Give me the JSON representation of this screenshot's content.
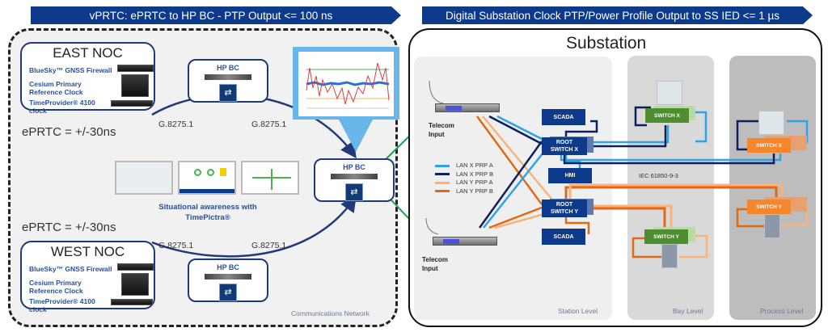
{
  "banners": {
    "left": "vPRTC: ePRTC to HP BC - PTP Output  <= 100 ns",
    "right": "Digital Substation Clock PTP/Power Profile Output to SS IED <= 1 µs"
  },
  "communications_network": {
    "label": "Communications Network",
    "east_noc": {
      "title": "EAST NOC",
      "devices": [
        "BlueSky™ GNSS Firewall",
        "Cesium Primary Reference Clock",
        "TimeProvider® 4100 clock"
      ]
    },
    "west_noc": {
      "title": "WEST NOC",
      "devices": [
        "BlueSky™ GNSS Firewall",
        "Cesium Primary Reference Clock",
        "TimeProvider® 4100 clock"
      ]
    },
    "eprtc_top": "ePRTC = +/-30ns",
    "eprtc_bottom": "ePRTC = +/-30ns",
    "protocol_labels": [
      "G.8275.1",
      "G.8275.1",
      "G.8275.1",
      "G.8275.1"
    ],
    "hp_bc_label": "HP BC",
    "timepictra_caption_1": "Situational awareness with",
    "timepictra_caption_2": "TimePictra®"
  },
  "substation": {
    "title": "Substation",
    "telecom_input": [
      "Telecom",
      "Input"
    ],
    "legend": [
      {
        "label": "LAN X PRP A",
        "color": "#2fa3e6"
      },
      {
        "label": "LAN X PRP B",
        "color": "#0d1f5c"
      },
      {
        "label": "LAN Y PRP A",
        "color": "#f9b27a"
      },
      {
        "label": "LAN Y PRP B",
        "color": "#e06a14"
      }
    ],
    "station_boxes": {
      "scada_top": "SCADA",
      "root_switch_x": [
        "ROOT",
        "SWITCH X"
      ],
      "hmi": "HMI",
      "root_switch_y": [
        "ROOT",
        "SWITCH Y"
      ],
      "scada_bottom": "SCADA"
    },
    "bay_switches": {
      "x": "SWITCH X",
      "y": "SWITCH Y"
    },
    "process_switches": {
      "x": "SWITCH X",
      "y": "SWITCH Y"
    },
    "iec_label": "IEC 61850-9-3",
    "levels": {
      "station": "Station Level",
      "bay": "Bay Level",
      "process": "Process Level"
    }
  }
}
